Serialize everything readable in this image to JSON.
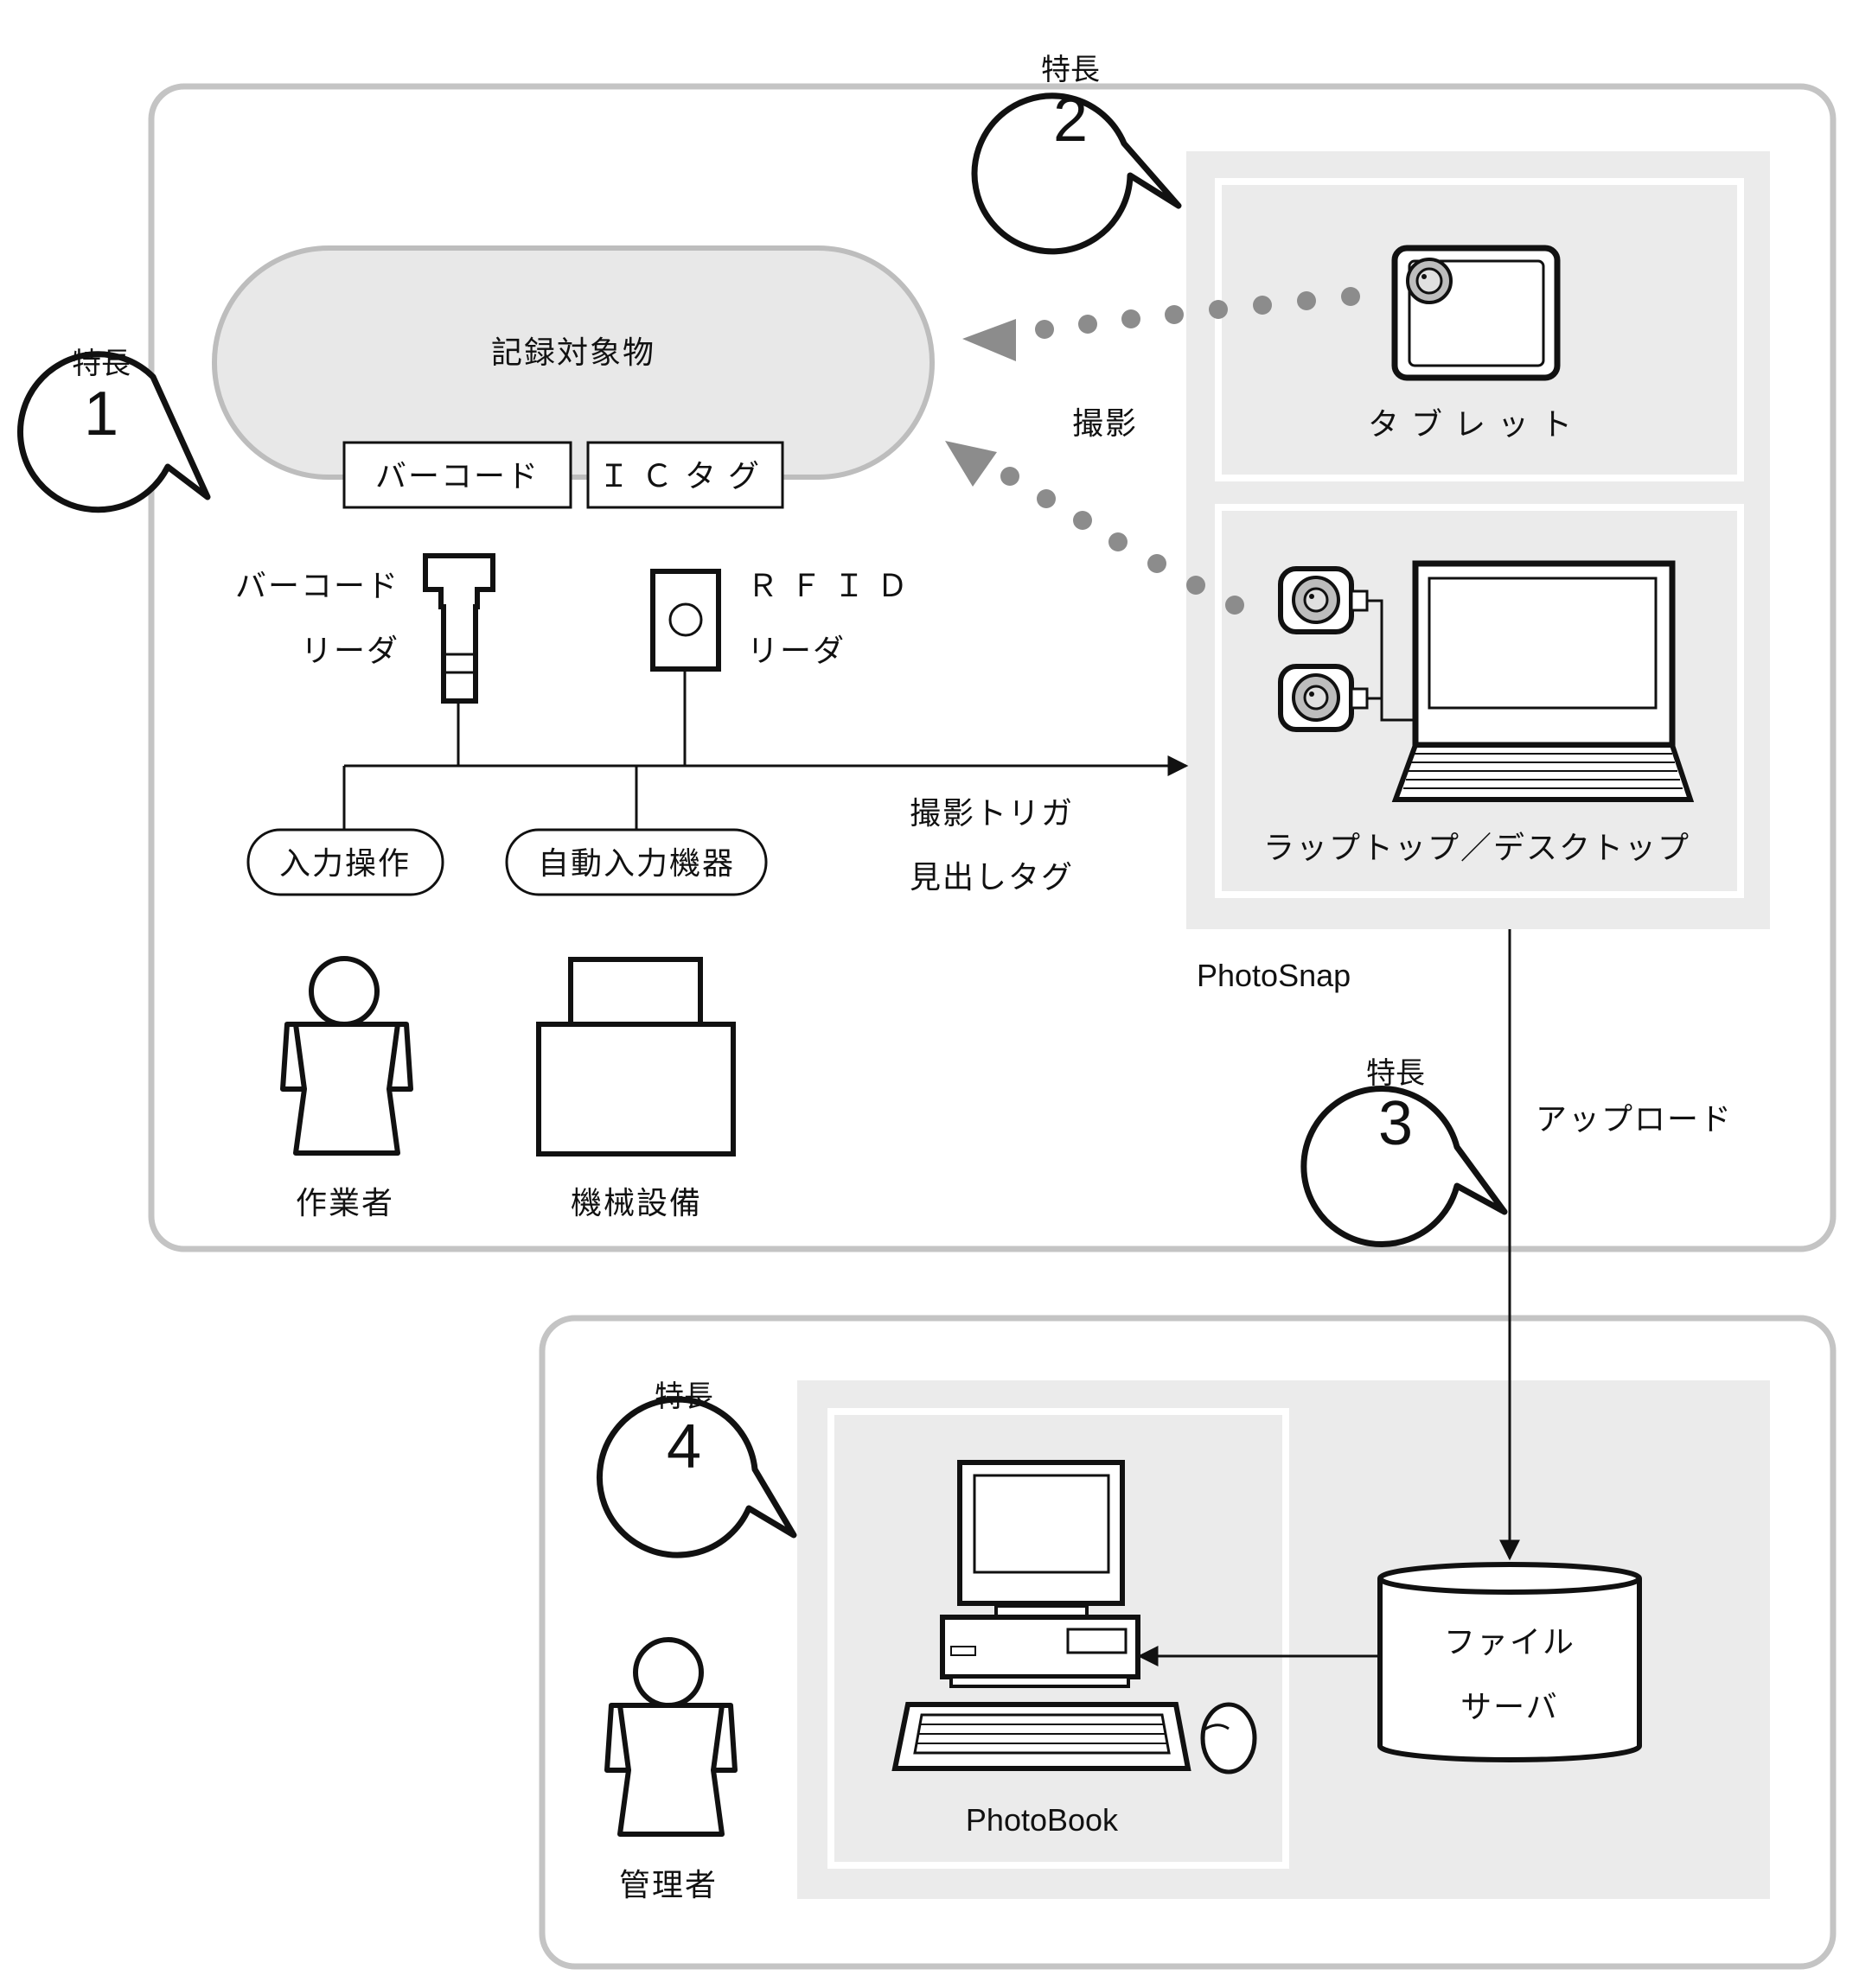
{
  "record_object": {
    "label": "記録対象物",
    "barcode_tag": "バーコード",
    "ic_tag": "ＩＣタグ"
  },
  "feature_bubbles": [
    {
      "label": "特長",
      "number": "1"
    },
    {
      "label": "特長",
      "number": "2"
    },
    {
      "label": "特長",
      "number": "3"
    },
    {
      "label": "特長",
      "number": "4"
    }
  ],
  "barcode_reader": {
    "line1": "バーコード",
    "line2": "リーダ"
  },
  "rfid_reader": {
    "line1": "ＲＦＩＤ",
    "line2": "リーダ"
  },
  "inputs": {
    "manual": "入力操作",
    "auto": "自動入力機器"
  },
  "trigger": {
    "line1": "撮影トリガ",
    "line2": "見出しタグ"
  },
  "capture_label": "撮影",
  "tablet_label": "タブレット",
  "laptop_label": "ラップトップ／デスクトップ",
  "photosnap_label": "PhotoSnap",
  "worker_label": "作業者",
  "machine_label": "機械設備",
  "upload_label": "アップロード",
  "file_server": {
    "line1": "ファイル",
    "line2": "サーバ"
  },
  "photobook_label": "PhotoBook",
  "admin_label": "管理者",
  "colors": {
    "frame": "#c4c4c4",
    "panel": "#ebebeb",
    "capsule": "#e8e8e8",
    "dots": "#8c8c8c",
    "ink": "#111111"
  }
}
